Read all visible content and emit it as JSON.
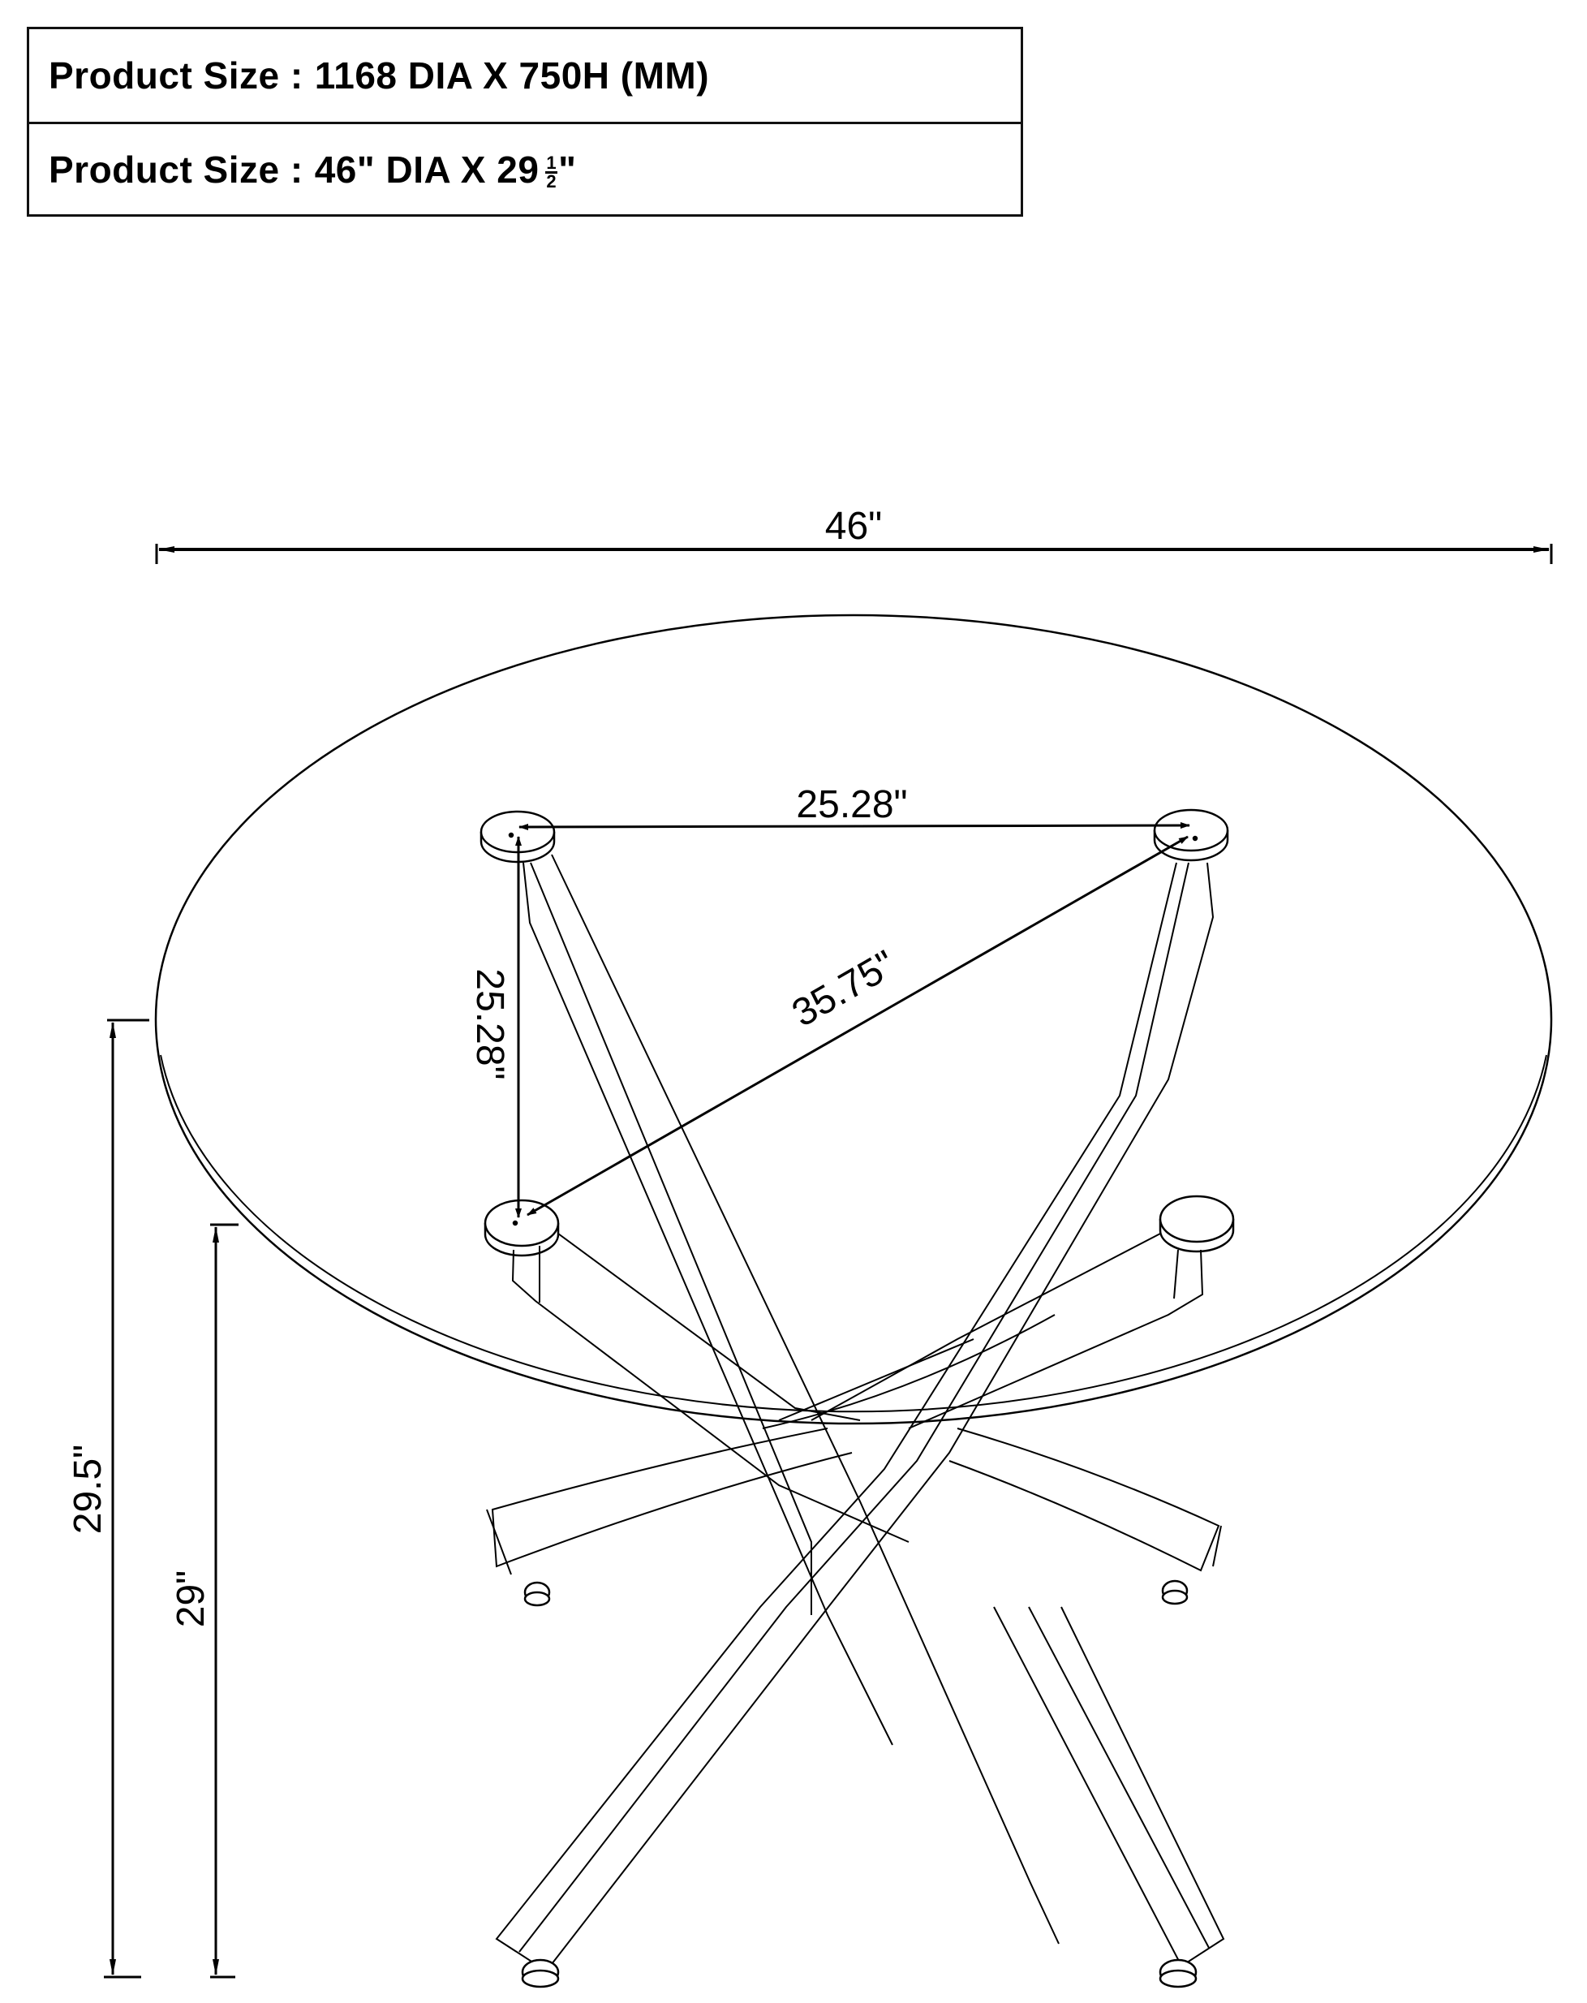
{
  "spec_table": {
    "rows": [
      {
        "label": "Product Size :",
        "value": "1168 DIA X 750H (MM)"
      },
      {
        "label": "Product Size :",
        "value_main": "46\" DIA X 29",
        "fraction_numerator": "1",
        "fraction_denominator": "2",
        "value_suffix": "\""
      }
    ]
  },
  "drawing": {
    "subject": "round glass-top table with crossed chrome legs",
    "dimensions": {
      "tabletop_diameter": "46\"",
      "top_pad_spacing": "25.28\"",
      "side_pad_spacing": "25.28\"",
      "diagonal_pad_spacing": "35.75\"",
      "overall_height": "29.5\"",
      "base_height": "29\""
    },
    "colors": {
      "line": "#000000",
      "background": "#ffffff"
    }
  }
}
